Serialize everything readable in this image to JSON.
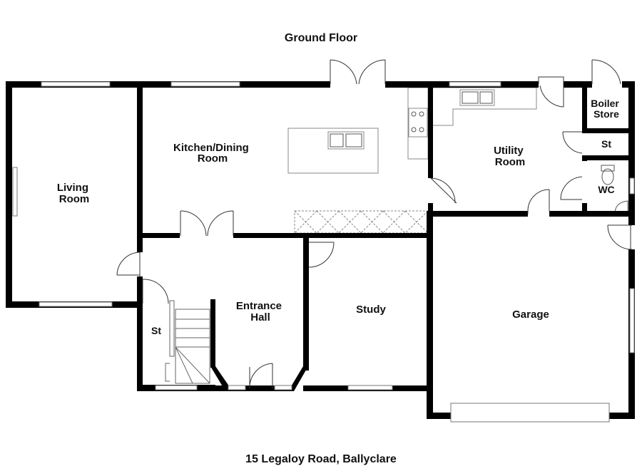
{
  "header": {
    "title": "Ground Floor"
  },
  "footer": {
    "address": "15 Legaloy Road, Ballyclare"
  },
  "rooms": {
    "living_room": [
      "Living",
      "Room"
    ],
    "kitchen_dining": [
      "Kitchen/Dining",
      "Room"
    ],
    "utility_room": [
      "Utility",
      "Room"
    ],
    "boiler_store": [
      "Boiler",
      "Store"
    ],
    "st_utility": "St",
    "wc": "WC",
    "entrance_hall": [
      "Entrance",
      "Hall"
    ],
    "study": "Study",
    "garage": "Garage",
    "st_hall": "St"
  }
}
